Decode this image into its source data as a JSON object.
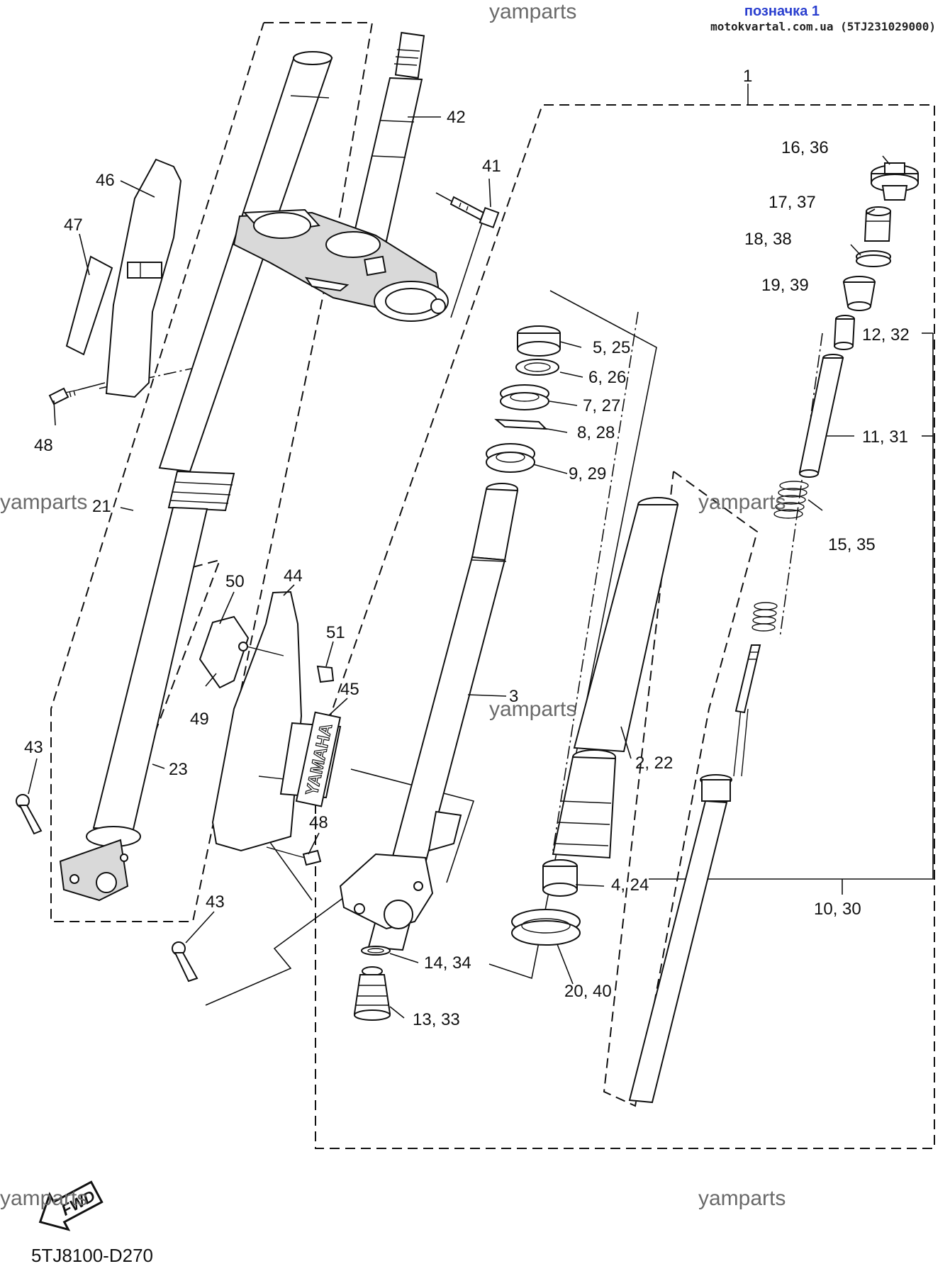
{
  "header": {
    "tag": "позначка 1",
    "site": "motokvartal.com.ua (5TJ231029000)"
  },
  "diagram_code": "5TJ8100-D270",
  "fwd_label": "FWD",
  "brand_decal": "YAMAHA",
  "watermarks": [
    "yamparts",
    "yamparts",
    "yamparts",
    "yamparts",
    "yamparts",
    "yamparts"
  ],
  "callouts": [
    "1",
    "42",
    "41",
    "46",
    "47",
    "48",
    "21",
    "50",
    "44",
    "51",
    "49",
    "45",
    "43",
    "23",
    "48",
    "43",
    "3",
    "14, 34",
    "13, 33",
    "5, 25",
    "6, 26",
    "7, 27",
    "8, 28",
    "9, 29",
    "2, 22",
    "4, 24",
    "20, 40",
    "16, 36",
    "17, 37",
    "18, 38",
    "19, 39",
    "12, 32",
    "11, 31",
    "15, 35",
    "10, 30"
  ]
}
